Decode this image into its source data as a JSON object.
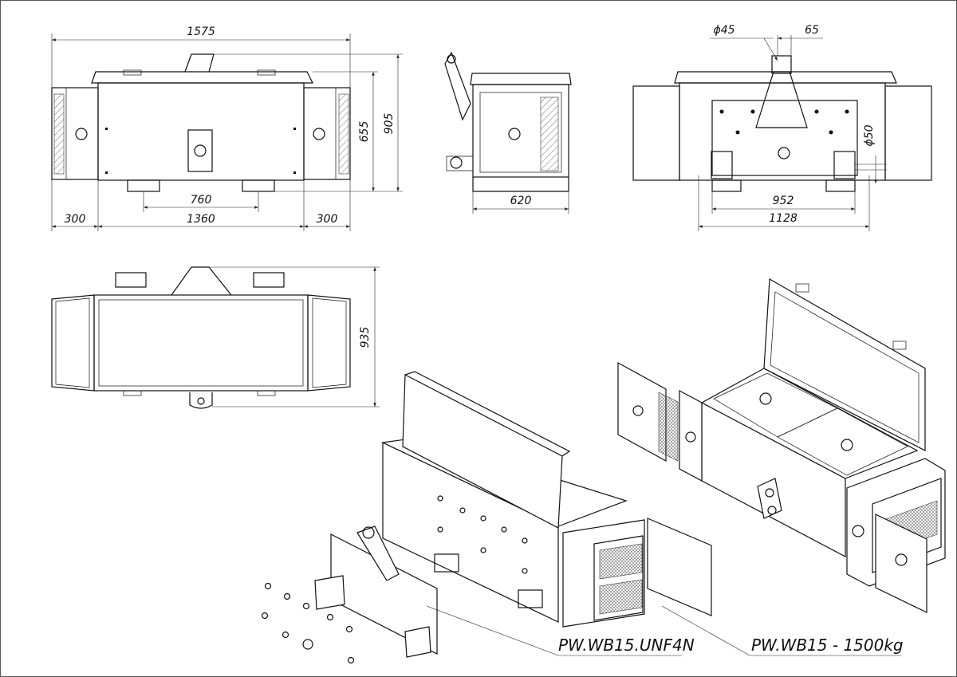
{
  "dimensions": {
    "front_total_width": "1575",
    "front_height": "905",
    "front_box_height": "655",
    "front_feet_spacing": "760",
    "front_center_width": "1360",
    "front_left_side": "300",
    "front_right_side": "300",
    "side_depth": "620",
    "rear_pin_diameter": "ϕ45",
    "rear_pin_width": "65",
    "rear_hole_diameter": "ϕ50",
    "rear_feet_spacing": "952",
    "rear_plate_width": "1128",
    "top_depth": "935"
  },
  "labels": {
    "model_adapter": "PW.WB15.UNF4N",
    "model_box": "PW.WB15 - 1500kg"
  },
  "colors": {
    "line": "#111111",
    "background": "#ffffff"
  }
}
